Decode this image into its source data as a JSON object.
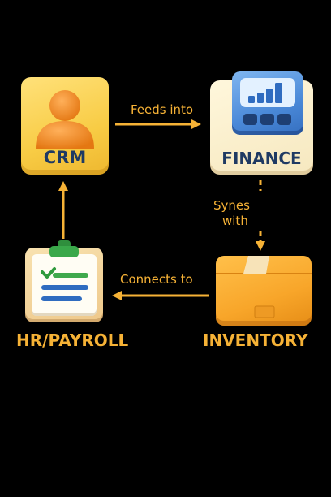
{
  "nodes": {
    "crm": {
      "label": "CRM"
    },
    "finance": {
      "label": "FINANCE"
    },
    "hr": {
      "label": "HR/PAYROLL"
    },
    "inventory": {
      "label": "INVENTORY"
    }
  },
  "edges": [
    {
      "from": "CRM",
      "to": "FINANCE",
      "label": "Feeds into",
      "style": "solid"
    },
    {
      "from": "FINANCE",
      "to": "INVENTORY",
      "label": "Synes with",
      "style": "dashed"
    },
    {
      "from": "INVENTORY",
      "to": "HR/PAYROLL",
      "label": "Connects to",
      "style": "solid"
    },
    {
      "from": "HR/PAYROLL",
      "to": "CRM",
      "label": "",
      "style": "solid"
    }
  ],
  "edge_labels": {
    "feeds": "Feeds into",
    "syncs_line1": "Synes",
    "syncs_line2": "with",
    "connects": "Connects to"
  },
  "icons": {
    "crm": "person-icon",
    "finance": "calculator-icon",
    "hr": "clipboard-checklist-icon",
    "inventory": "cardboard-box-icon"
  },
  "colors": {
    "background": "#000000",
    "arrow": "#f6b236",
    "node_label_dark": "#1f3a63",
    "node_label_orange": "#f6b236",
    "person": "#f08a1c",
    "calculator": "#4a89d8",
    "clipboard_clip": "#3aa84a",
    "box": "#f8a62a"
  }
}
